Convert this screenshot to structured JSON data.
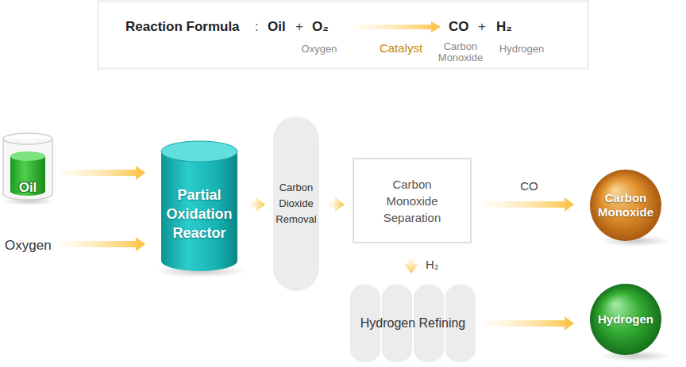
{
  "diagram": {
    "nodes": [
      {
        "text": [
          "Reaction Formula",
          ":",
          "Oil",
          "+",
          "O₂",
          "CO",
          "+",
          "H₂",
          "Oxygen",
          "Catalyst",
          "Carbon Monoxide",
          "Hydrogen"
        ]
      },
      {
        "text": [
          "Oil"
        ]
      },
      {
        "text": [
          "Oxygen"
        ]
      },
      {
        "text": [
          "Partial Oxidation Reactor"
        ]
      },
      {
        "text": [
          "Carbon Dioxide Removal"
        ]
      },
      {
        "text": [
          "Carbon Monoxide Separation"
        ]
      },
      {
        "text": [
          "Hydrogen Refining"
        ]
      },
      {
        "text": [
          "Carbon Monoxide"
        ]
      },
      {
        "text": [
          "Hydrogen"
        ]
      }
    ],
    "edges": [
      {
        "from": 1,
        "to": 3,
        "arrow": "to"
      },
      {
        "from": 2,
        "to": 3,
        "arrow": "to"
      },
      {
        "from": 3,
        "to": 4,
        "arrow": "to"
      },
      {
        "from": 4,
        "to": 5,
        "arrow": "to"
      },
      {
        "from": 5,
        "to": 7,
        "label": "CO",
        "arrow": "to"
      },
      {
        "from": 5,
        "to": 6,
        "label": "H₂",
        "arrow": "to"
      },
      {
        "from": 6,
        "to": 8,
        "arrow": "to"
      }
    ]
  }
}
